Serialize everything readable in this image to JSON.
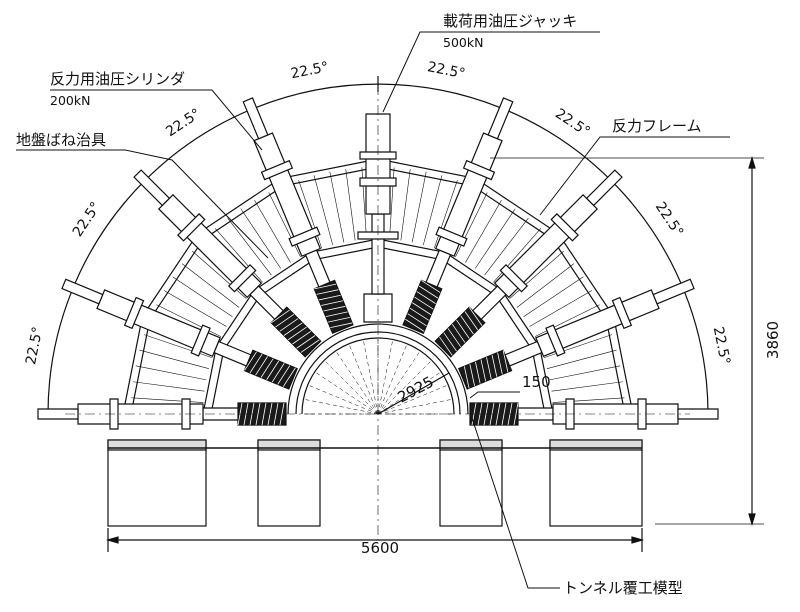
{
  "labels": {
    "loading_jack": "載荷用油圧ジャッキ",
    "loading_jack_capacity": "500kN",
    "reaction_cylinder": "反力用油圧シリンダ",
    "reaction_cylinder_capacity": "200kN",
    "ground_spring_jig": "地盤ばね治具",
    "reaction_frame": "反力フレーム",
    "tunnel_lining_model": "トンネル覆工模型"
  },
  "dimensions": {
    "angle_step": "22.5°",
    "lining_radius": "2925",
    "lining_thickness": "150",
    "total_width": "5600",
    "total_height": "3860"
  },
  "colors": {
    "line": "#111111",
    "spring_fill": "#1a1a1a",
    "background": "#ffffff"
  }
}
